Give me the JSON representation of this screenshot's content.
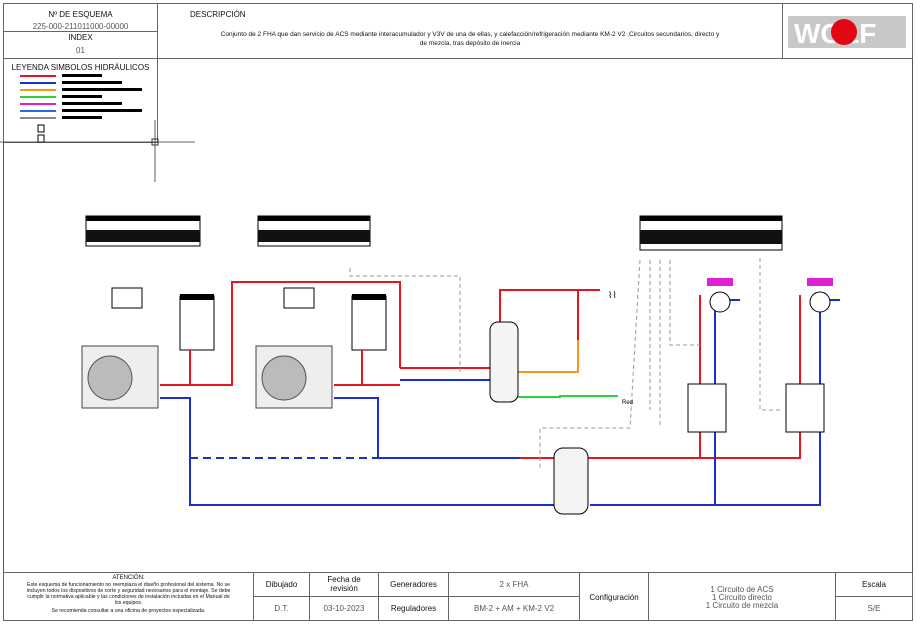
{
  "header": {
    "scheme_label": "Nº DE ESQUEMA",
    "scheme_number": "225-000-211011000-00000",
    "index_label": "INDEX",
    "index_value": "01",
    "description_label": "DESCRIPCIÓN",
    "description_line1": "Conjunto de 2 FHA que dan servicio de ACS mediante interacumulador y V3V de una de ellas, y calefacción/refrigeración mediante KM-2 V2 .Circuitos secundarios, directo y",
    "description_line2": "de mezcla, tras depósito de inercia",
    "logo_text": "WOLF"
  },
  "legend": {
    "title": "LEYENDA SIMBOLOS HIDRÁULICOS",
    "line_colors": [
      "#e8141e",
      "#1a2fd0",
      "#f39a1e",
      "#2ed13a",
      "#e020d0",
      "#2a6fe0",
      "#888888"
    ]
  },
  "diagram": {
    "red_label": "Red",
    "colors": {
      "hot": "#e8141e",
      "cold": "#1a2fd0",
      "dhw": "#f39a1e",
      "water": "#2ed13a",
      "control": "#999999",
      "floor": "#e020d0"
    }
  },
  "footer": {
    "attention_title": "ATENCIÓN:",
    "attention_lines": [
      "Este esquema de funcionamiento no reemplaza el diseño profesional del sistema. No se",
      "incluyen todos los dispositivos de corte y seguridad necesarios para el montaje. Se debe",
      "cumplir la normativa aplicable y las condiciones de instalación incluidas en el Manual de",
      "los equipos.",
      "Se recomienda consultar a una oficina de proyectos especializada."
    ],
    "dibujado_label": "Dibujado",
    "dibujado_value": "D.T.",
    "fecha_label": "Fecha de revisión",
    "fecha_value": "03-10-2023",
    "generadores_label": "Generadores",
    "generadores_value": "2 x FHA",
    "reguladores_label": "Reguladores",
    "reguladores_value": "BM-2 + AM + KM-2 V2",
    "configuracion_label": "Configuración",
    "configuracion_lines": [
      "1 Circuito de ACS",
      "1 Circuito directo",
      "1 Circuito de mezcla"
    ],
    "escala_label": "Escala",
    "escala_value": "S/E"
  }
}
